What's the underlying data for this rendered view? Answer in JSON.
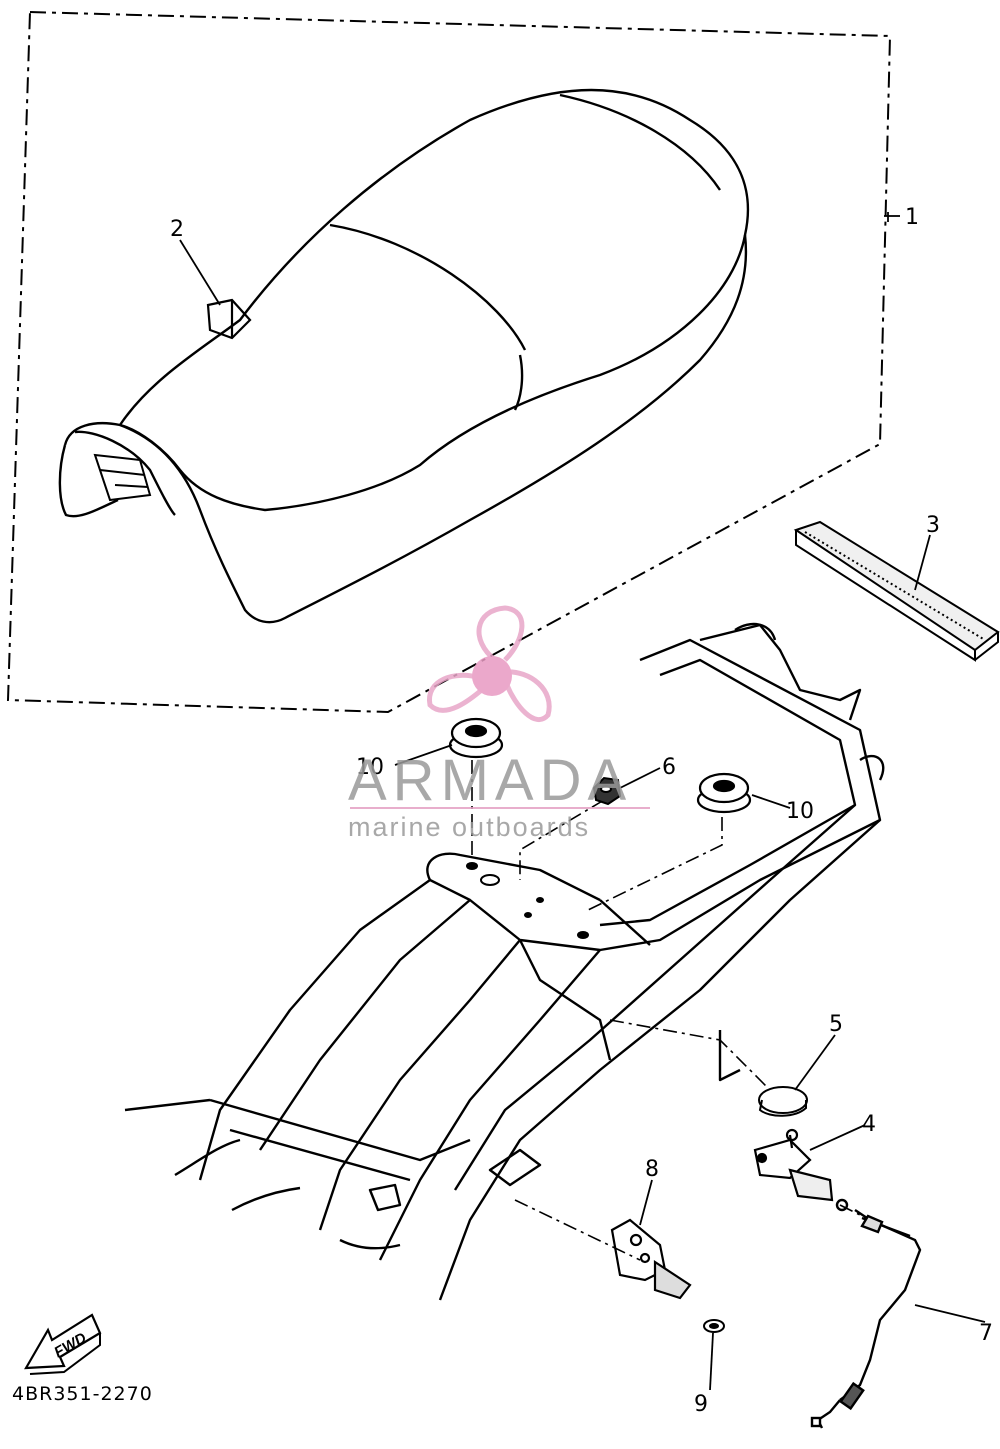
{
  "diagram": {
    "drawing_code": "4BR351-2270",
    "fwd_label": "FWD",
    "callouts": [
      {
        "number": "1"
      },
      {
        "number": "2"
      },
      {
        "number": "3"
      },
      {
        "number": "4"
      },
      {
        "number": "5"
      },
      {
        "number": "6"
      },
      {
        "number": "7"
      },
      {
        "number": "8"
      },
      {
        "number": "9"
      },
      {
        "number": "10"
      },
      {
        "number": "10"
      }
    ]
  },
  "watermark": {
    "brand": "ARMADA",
    "tagline": "marine outboards",
    "colors": {
      "logo_pink": "#e8a6c8",
      "logo_center": "#e89ac2",
      "text_gray": "#9a9a9a",
      "rule_pink": "#e5a0c4"
    }
  }
}
